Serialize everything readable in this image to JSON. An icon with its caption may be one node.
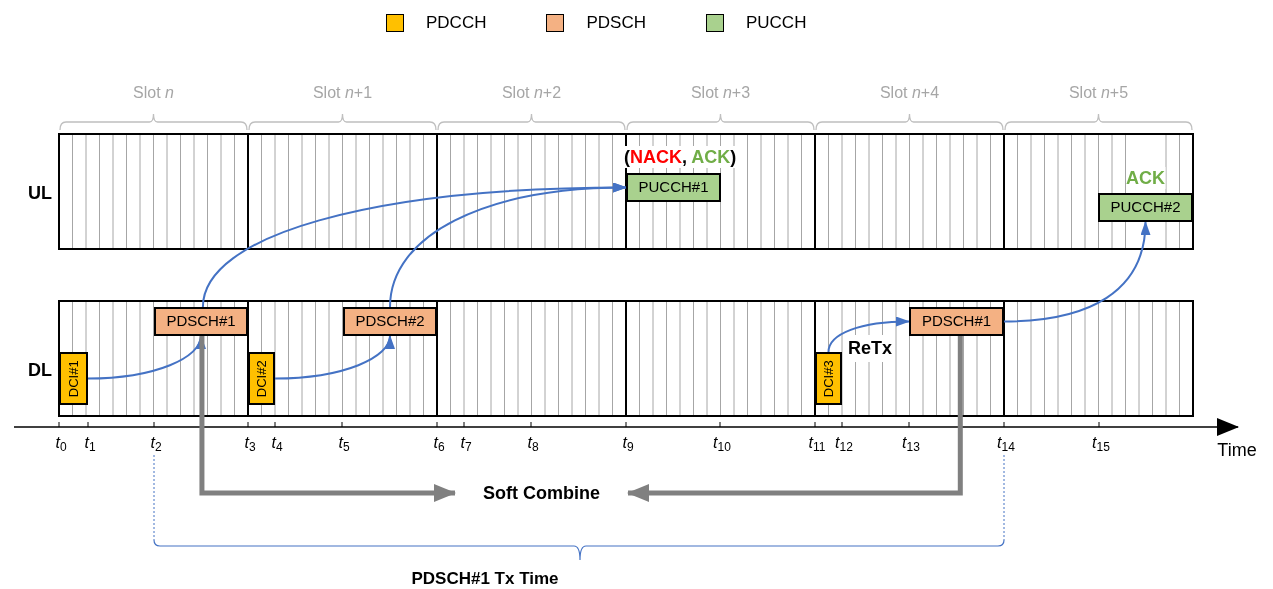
{
  "diagram": {
    "nodes": [
      {
        "text": [
          "DCI#1"
        ]
      },
      {
        "text": [
          "PDSCH#1"
        ]
      },
      {
        "text": [
          "DCI#2"
        ]
      },
      {
        "text": [
          "PDSCH#2"
        ]
      },
      {
        "text": [
          "PUCCH#1"
        ],
        "beside": [
          "(NACK, ACK)"
        ]
      },
      {
        "text": [
          "DCI#3"
        ]
      },
      {
        "text": [
          "PDSCH#1"
        ]
      },
      {
        "text": [
          "PUCCH#2"
        ],
        "beside": [
          "ACK"
        ]
      },
      {
        "text": [
          "Soft Combine"
        ]
      }
    ],
    "edges": [
      {
        "from": 0,
        "to": 1,
        "arrow": "to"
      },
      {
        "from": 2,
        "to": 3,
        "arrow": "to"
      },
      {
        "from": 1,
        "to": 4,
        "arrow": "to"
      },
      {
        "from": 3,
        "to": 4,
        "arrow": "to"
      },
      {
        "from": 5,
        "to": 6,
        "arrow": "to",
        "label": "ReTx"
      },
      {
        "from": 6,
        "to": 7,
        "arrow": "to"
      },
      {
        "from": 1,
        "to": 8,
        "arrow": "to",
        "style": "thick",
        "color": "#808080"
      },
      {
        "from": 6,
        "to": 8,
        "arrow": "to",
        "style": "thick",
        "color": "#808080"
      }
    ],
    "labels": [
      "Slot *n*",
      "Slot *n*+1",
      "Slot *n*+2",
      "Slot *n*+3",
      "Slot *n*+4",
      "Slot *n*+5",
      "UL",
      "DL",
      "*t*$_{0}$",
      "*t*$_{1}$",
      "*t*$_{2}$",
      "*t*$_{3}$",
      "*t*$_{4}$",
      "*t*$_{5}$",
      "*t*$_{6}$",
      "*t*$_{7}$",
      "*t*$_{8}$",
      "*t*$_{9}$",
      "*t*$_{10}$",
      "*t*$_{11}$",
      "*t*$_{12}$",
      "*t*$_{13}$",
      "*t*$_{14}$",
      "*t*$_{15}$",
      "Time",
      "PDSCH#1 Tx Time"
    ],
    "legend": [
      {
        "text": "PDCCH",
        "color": "#ffc000"
      },
      {
        "text": "PDSCH",
        "color": "#f4b183"
      },
      {
        "text": "PUCCH",
        "color": "#a9d18e"
      }
    ]
  }
}
